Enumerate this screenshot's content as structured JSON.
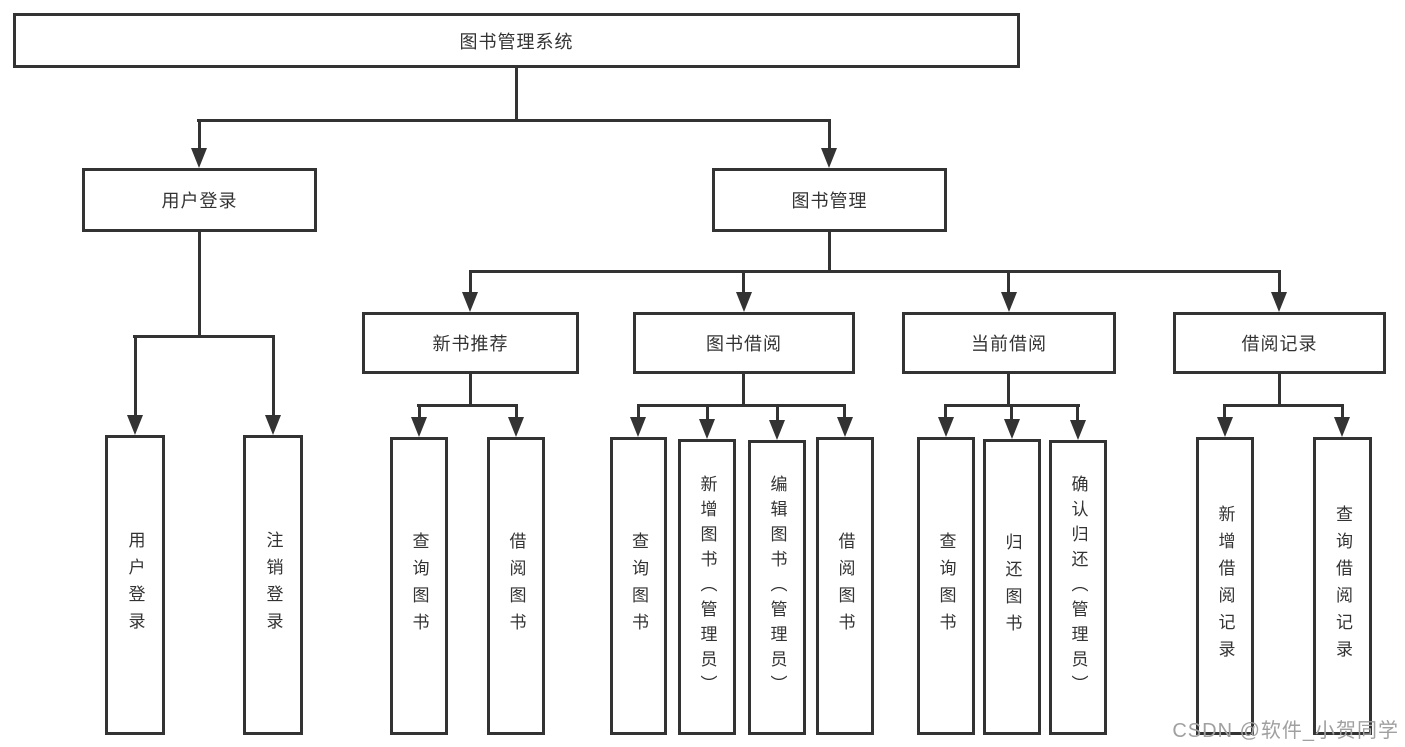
{
  "diagram": {
    "root": "图书管理系统",
    "level2": {
      "user_login": "用户登录",
      "book_mgmt": "图书管理"
    },
    "level3": {
      "new_book_rec": "新书推荐",
      "book_borrow": "图书借阅",
      "current_borrow": "当前借阅",
      "borrow_records": "借阅记录"
    },
    "leaves": {
      "user_login": "用户登录",
      "logout": "注销登录",
      "rec_query_books": "查询图书",
      "rec_borrow_books": "借阅图书",
      "bb_query_books": "查询图书",
      "bb_add_books": "新增图书（管理员）",
      "bb_edit_books": "编辑图书（管理员）",
      "bb_borrow_books": "借阅图书",
      "cb_query_books": "查询图书",
      "cb_return_books": "归还图书",
      "cb_confirm_return": "确认归还（管理员）",
      "br_add_record": "新增借阅记录",
      "br_query_record": "查询借阅记录"
    }
  },
  "watermark": "CSDN @软件_小贺同学",
  "colors": {
    "line": "#333333",
    "text": "#333333",
    "watermark": "#a0a0a0",
    "background": "#ffffff"
  }
}
